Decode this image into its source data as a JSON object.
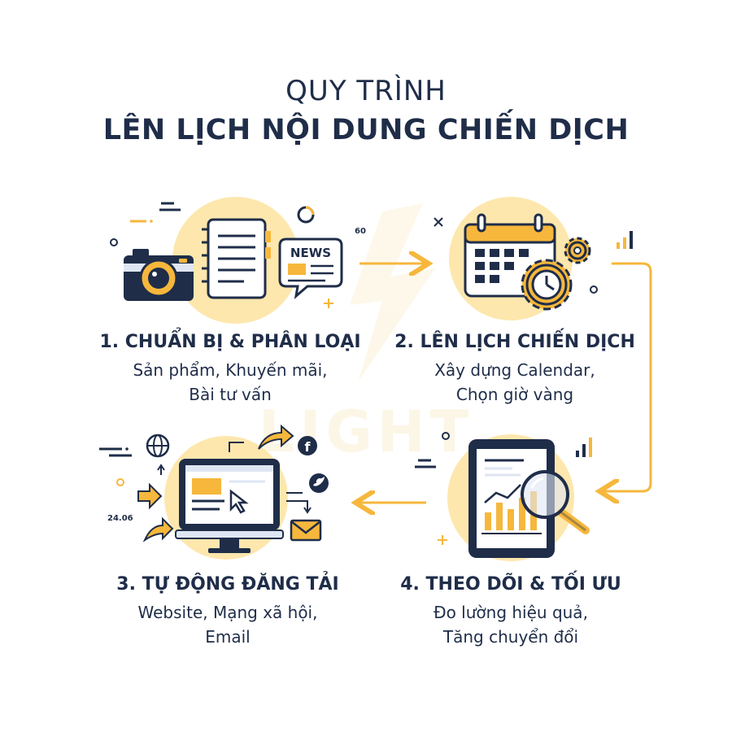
{
  "header": {
    "line1": "QUY TRÌNH",
    "line2": "LÊN LỊCH NỘI DUNG CHIẾN DỊCH"
  },
  "steps": [
    {
      "title": "1. CHUẨN BỊ & PHÂN LOẠI",
      "desc": [
        "Sản phẩm, Khuyến mãi,",
        "Bài tư vấn"
      ]
    },
    {
      "title": "2. LÊN LỊCH CHIẾN DỊCH",
      "desc": [
        "Xây dựng Calendar,",
        "Chọn giờ vàng"
      ]
    },
    {
      "title": "3. TỰ ĐỘNG ĐĂNG TẢI",
      "desc": [
        "Website, Mạng xã hội,",
        "Email"
      ]
    },
    {
      "title": "4. THEO DÕI & TỐI ƯU",
      "desc": [
        "Đo lường hiệu quả,",
        "Tăng chuyển đổi"
      ]
    }
  ],
  "icons": {
    "news_label": "NEWS",
    "number_60": "60",
    "date_label": "24.06",
    "watermark": "LIGHT"
  },
  "colors": {
    "navy": "#1f2d49",
    "accent": "#f6b73c",
    "circle": "#fde7ad",
    "light_blue": "#dfe6f3"
  }
}
